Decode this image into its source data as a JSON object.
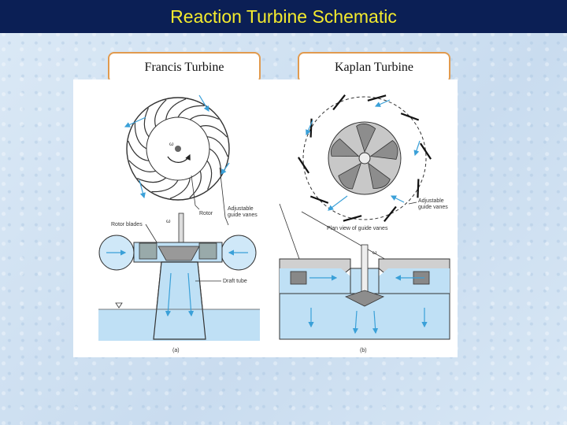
{
  "title": "Reaction Turbine Schematic",
  "left_label": "Francis Turbine",
  "right_label": "Kaplan Turbine",
  "francis": {
    "omega": "ω",
    "rotor_label": "Rotor",
    "vanes_label_1": "Adjustable",
    "vanes_label_2": "guide vanes",
    "blades_label": "Rotor blades",
    "draft_label": "Draft tube",
    "caption": "(a)"
  },
  "kaplan": {
    "vanes_label_1": "Adjustable",
    "vanes_label_2": "guide vanes",
    "plan_label": "Plan view of guide vanes",
    "omega": "ω",
    "caption": "(b)"
  },
  "colors": {
    "title_bg": "#0b1f55",
    "title_text": "#f3ea2e",
    "label_border": "#e19a4e",
    "water": "#bfe0f5",
    "arrow": "#3aa0d8"
  }
}
